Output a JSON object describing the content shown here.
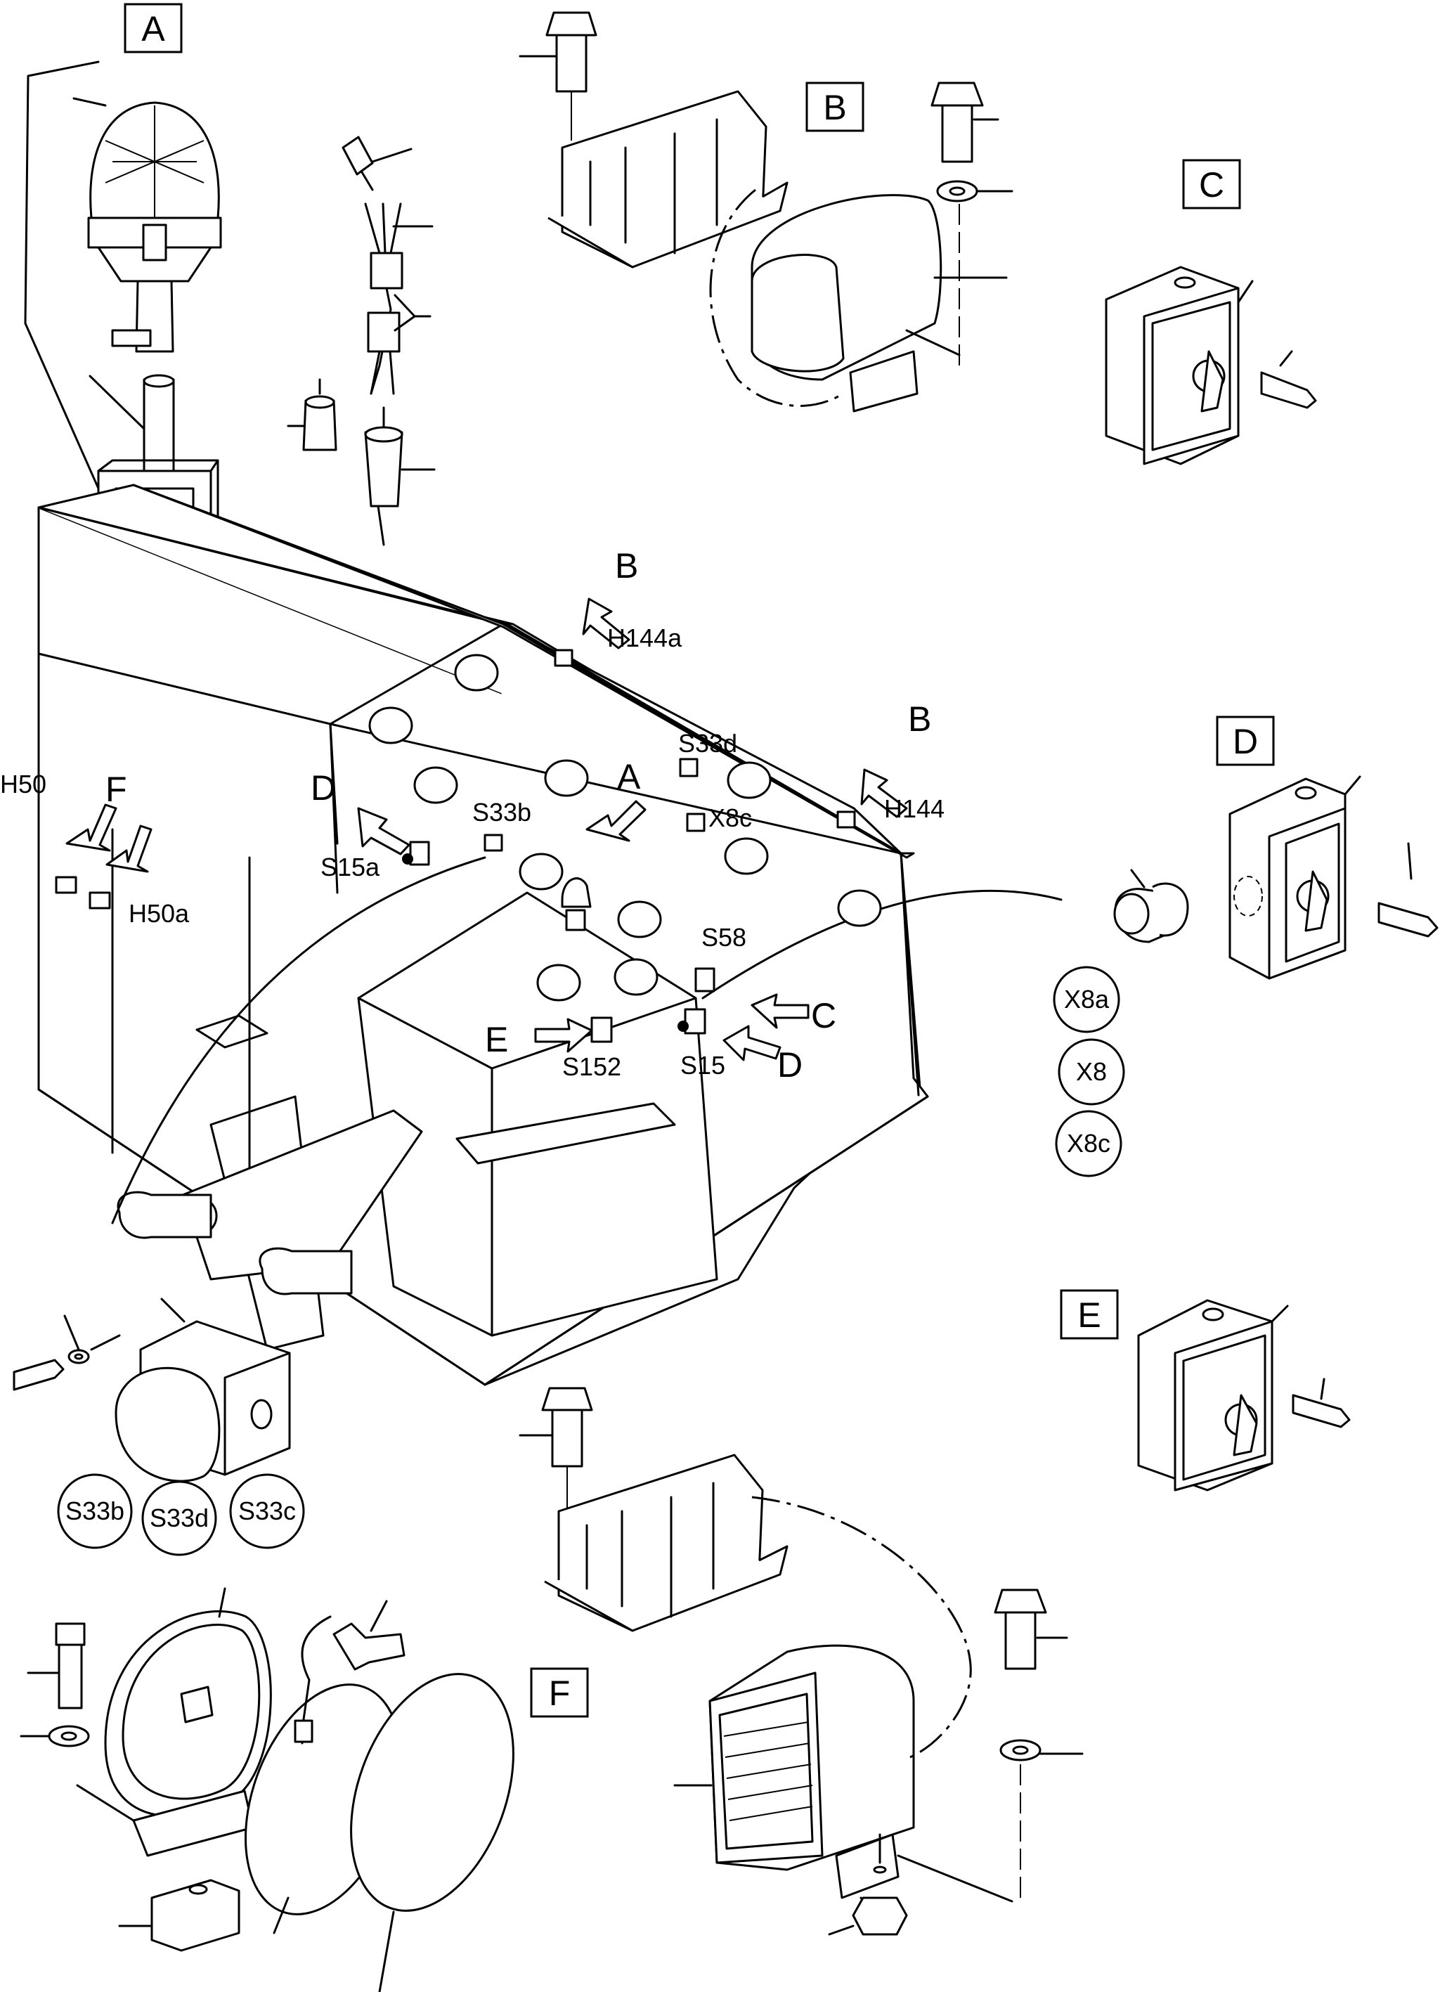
{
  "callouts": {
    "A": "A",
    "B": "B",
    "C": "C",
    "D": "D",
    "E": "E",
    "F": "F"
  },
  "labels": {
    "H144a": "H144a",
    "H144": "H144",
    "H50": "H50",
    "H50a": "H50a",
    "S33d": "S33d",
    "X8c": "X8c",
    "S33b": "S33b",
    "S15a": "S15a",
    "S58": "S58",
    "S152": "S152",
    "S15": "S15"
  },
  "circled_labels": {
    "X8a": "X8a",
    "X8": "X8",
    "X8c": "X8c",
    "S33b": "S33b",
    "S33d": "S33d",
    "S33c": "S33c"
  }
}
